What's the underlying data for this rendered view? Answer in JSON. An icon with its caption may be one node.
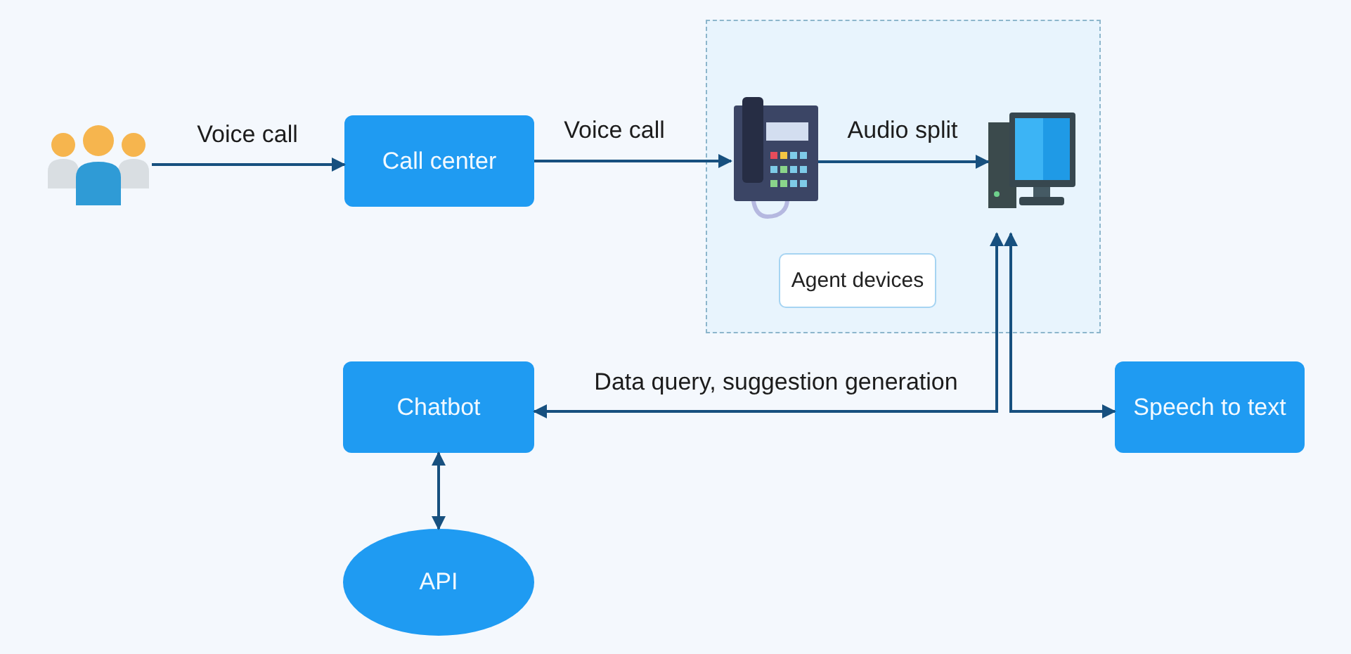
{
  "diagram": {
    "nodes": [
      {
        "text": [],
        "shape": "person"
      },
      {
        "text": [
          "Call center"
        ]
      },
      {
        "text": [
          "Agent devices"
        ]
      },
      {
        "text": [],
        "shape": "picture",
        "in": 2
      },
      {
        "text": [],
        "shape": "picture",
        "in": 2
      },
      {
        "text": [
          "Chatbot"
        ]
      },
      {
        "text": [
          "Speech to text"
        ]
      },
      {
        "text": [
          "API"
        ]
      }
    ],
    "edges": [
      {
        "from": 0,
        "to": 1,
        "arrow": "to",
        "label": "Voice call"
      },
      {
        "from": 1,
        "to": 3,
        "arrow": "to",
        "label": "Voice call"
      },
      {
        "from": 3,
        "to": 4,
        "arrow": "to",
        "label": "Audio split"
      },
      {
        "from": 4,
        "to": 5,
        "arrow": "both",
        "label": "Data query, suggestion generation"
      },
      {
        "from": 4,
        "to": 6,
        "arrow": "both"
      },
      {
        "from": 5,
        "to": 7,
        "arrow": "both"
      }
    ]
  }
}
